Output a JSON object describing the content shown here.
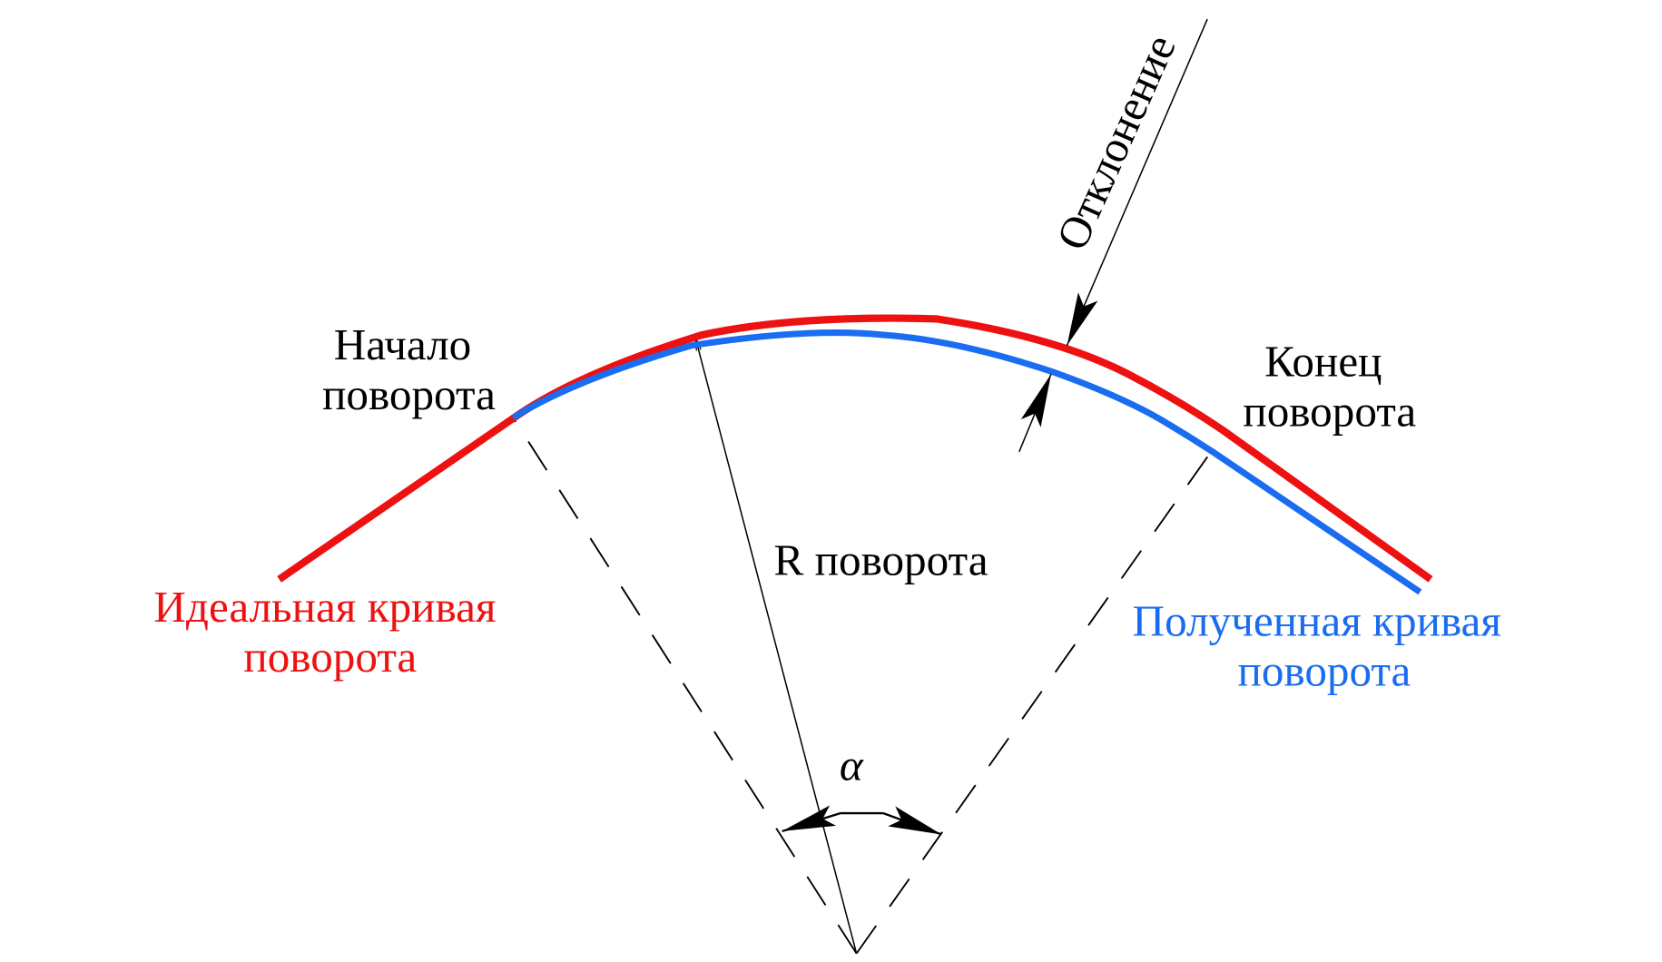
{
  "labels": {
    "start_line1": "Начало",
    "start_line2": "поворота",
    "end_line1": "Конец",
    "end_line2": "поворота",
    "deviation": "Отклонение",
    "radius": "R поворота",
    "angle": "α",
    "ideal_line1": "Идеальная кривая",
    "ideal_line2": "поворота",
    "actual_line1": "Полученная кривая",
    "actual_line2": "поворота"
  },
  "colors": {
    "ideal": "#ee1111",
    "actual": "#1a6cf0",
    "ink": "#000000"
  }
}
